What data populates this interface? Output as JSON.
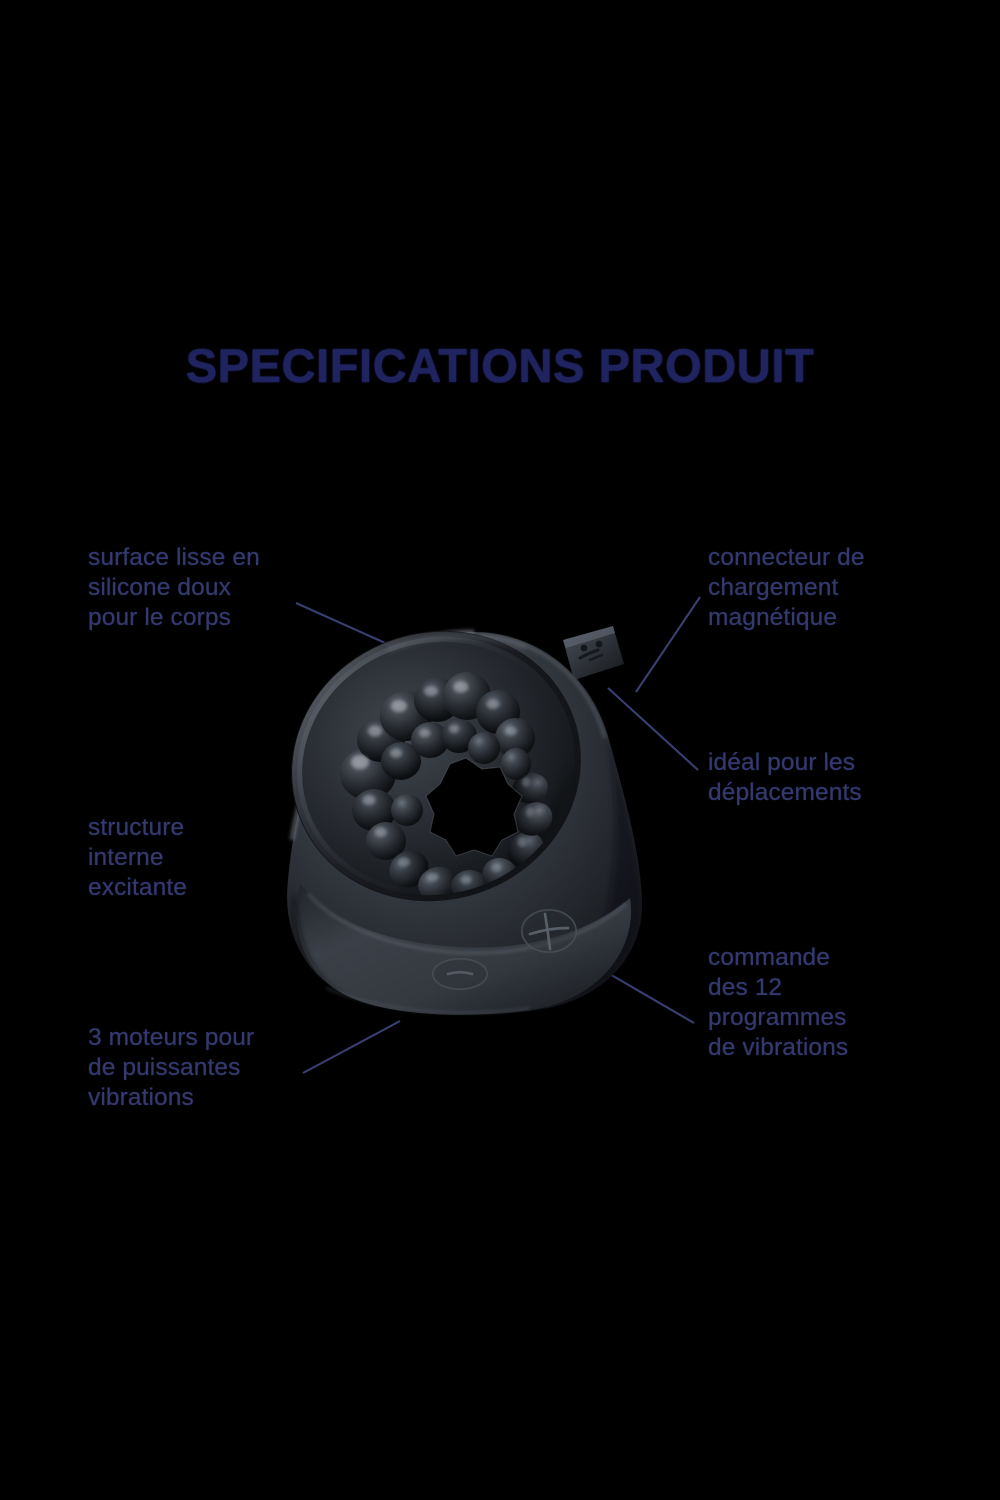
{
  "page": {
    "background_color": "#000000",
    "title_color": "#1f2460",
    "label_color": "#343a6e",
    "leader_line_color": "#3a3f72"
  },
  "header": {
    "title": "SPECIFICATIONS PRODUIT"
  },
  "annotations": [
    {
      "id": "surface",
      "side": "left",
      "text": "surface lisse en\nsilicone doux\npour le corps"
    },
    {
      "id": "structure",
      "side": "left",
      "text": "structure\ninterne\nexcitante"
    },
    {
      "id": "moteurs",
      "side": "left",
      "text": "3 moteurs pour\nde puissantes\nvibrations"
    },
    {
      "id": "connecteur",
      "side": "right",
      "text": "connecteur de\nchargement\nmagnétique"
    },
    {
      "id": "ideal",
      "side": "right",
      "text": "idéal pour les\ndéplacements"
    },
    {
      "id": "commande",
      "side": "right",
      "text": "commande\ndes 12\nprogrammes\nde vibrations"
    }
  ],
  "product": {
    "name": "vibrating-cock-ring-device",
    "body_color": "#2d3137",
    "shadow_color": "#15171a",
    "highlight_color": "#6e757e",
    "buttons": [
      {
        "id": "minus",
        "symbol": "−",
        "label": "decrease-intensity-button"
      },
      {
        "id": "plus",
        "symbol": "+",
        "label": "increase-intensity-button"
      }
    ],
    "charging_tab": "magnetic-charging-connector"
  }
}
